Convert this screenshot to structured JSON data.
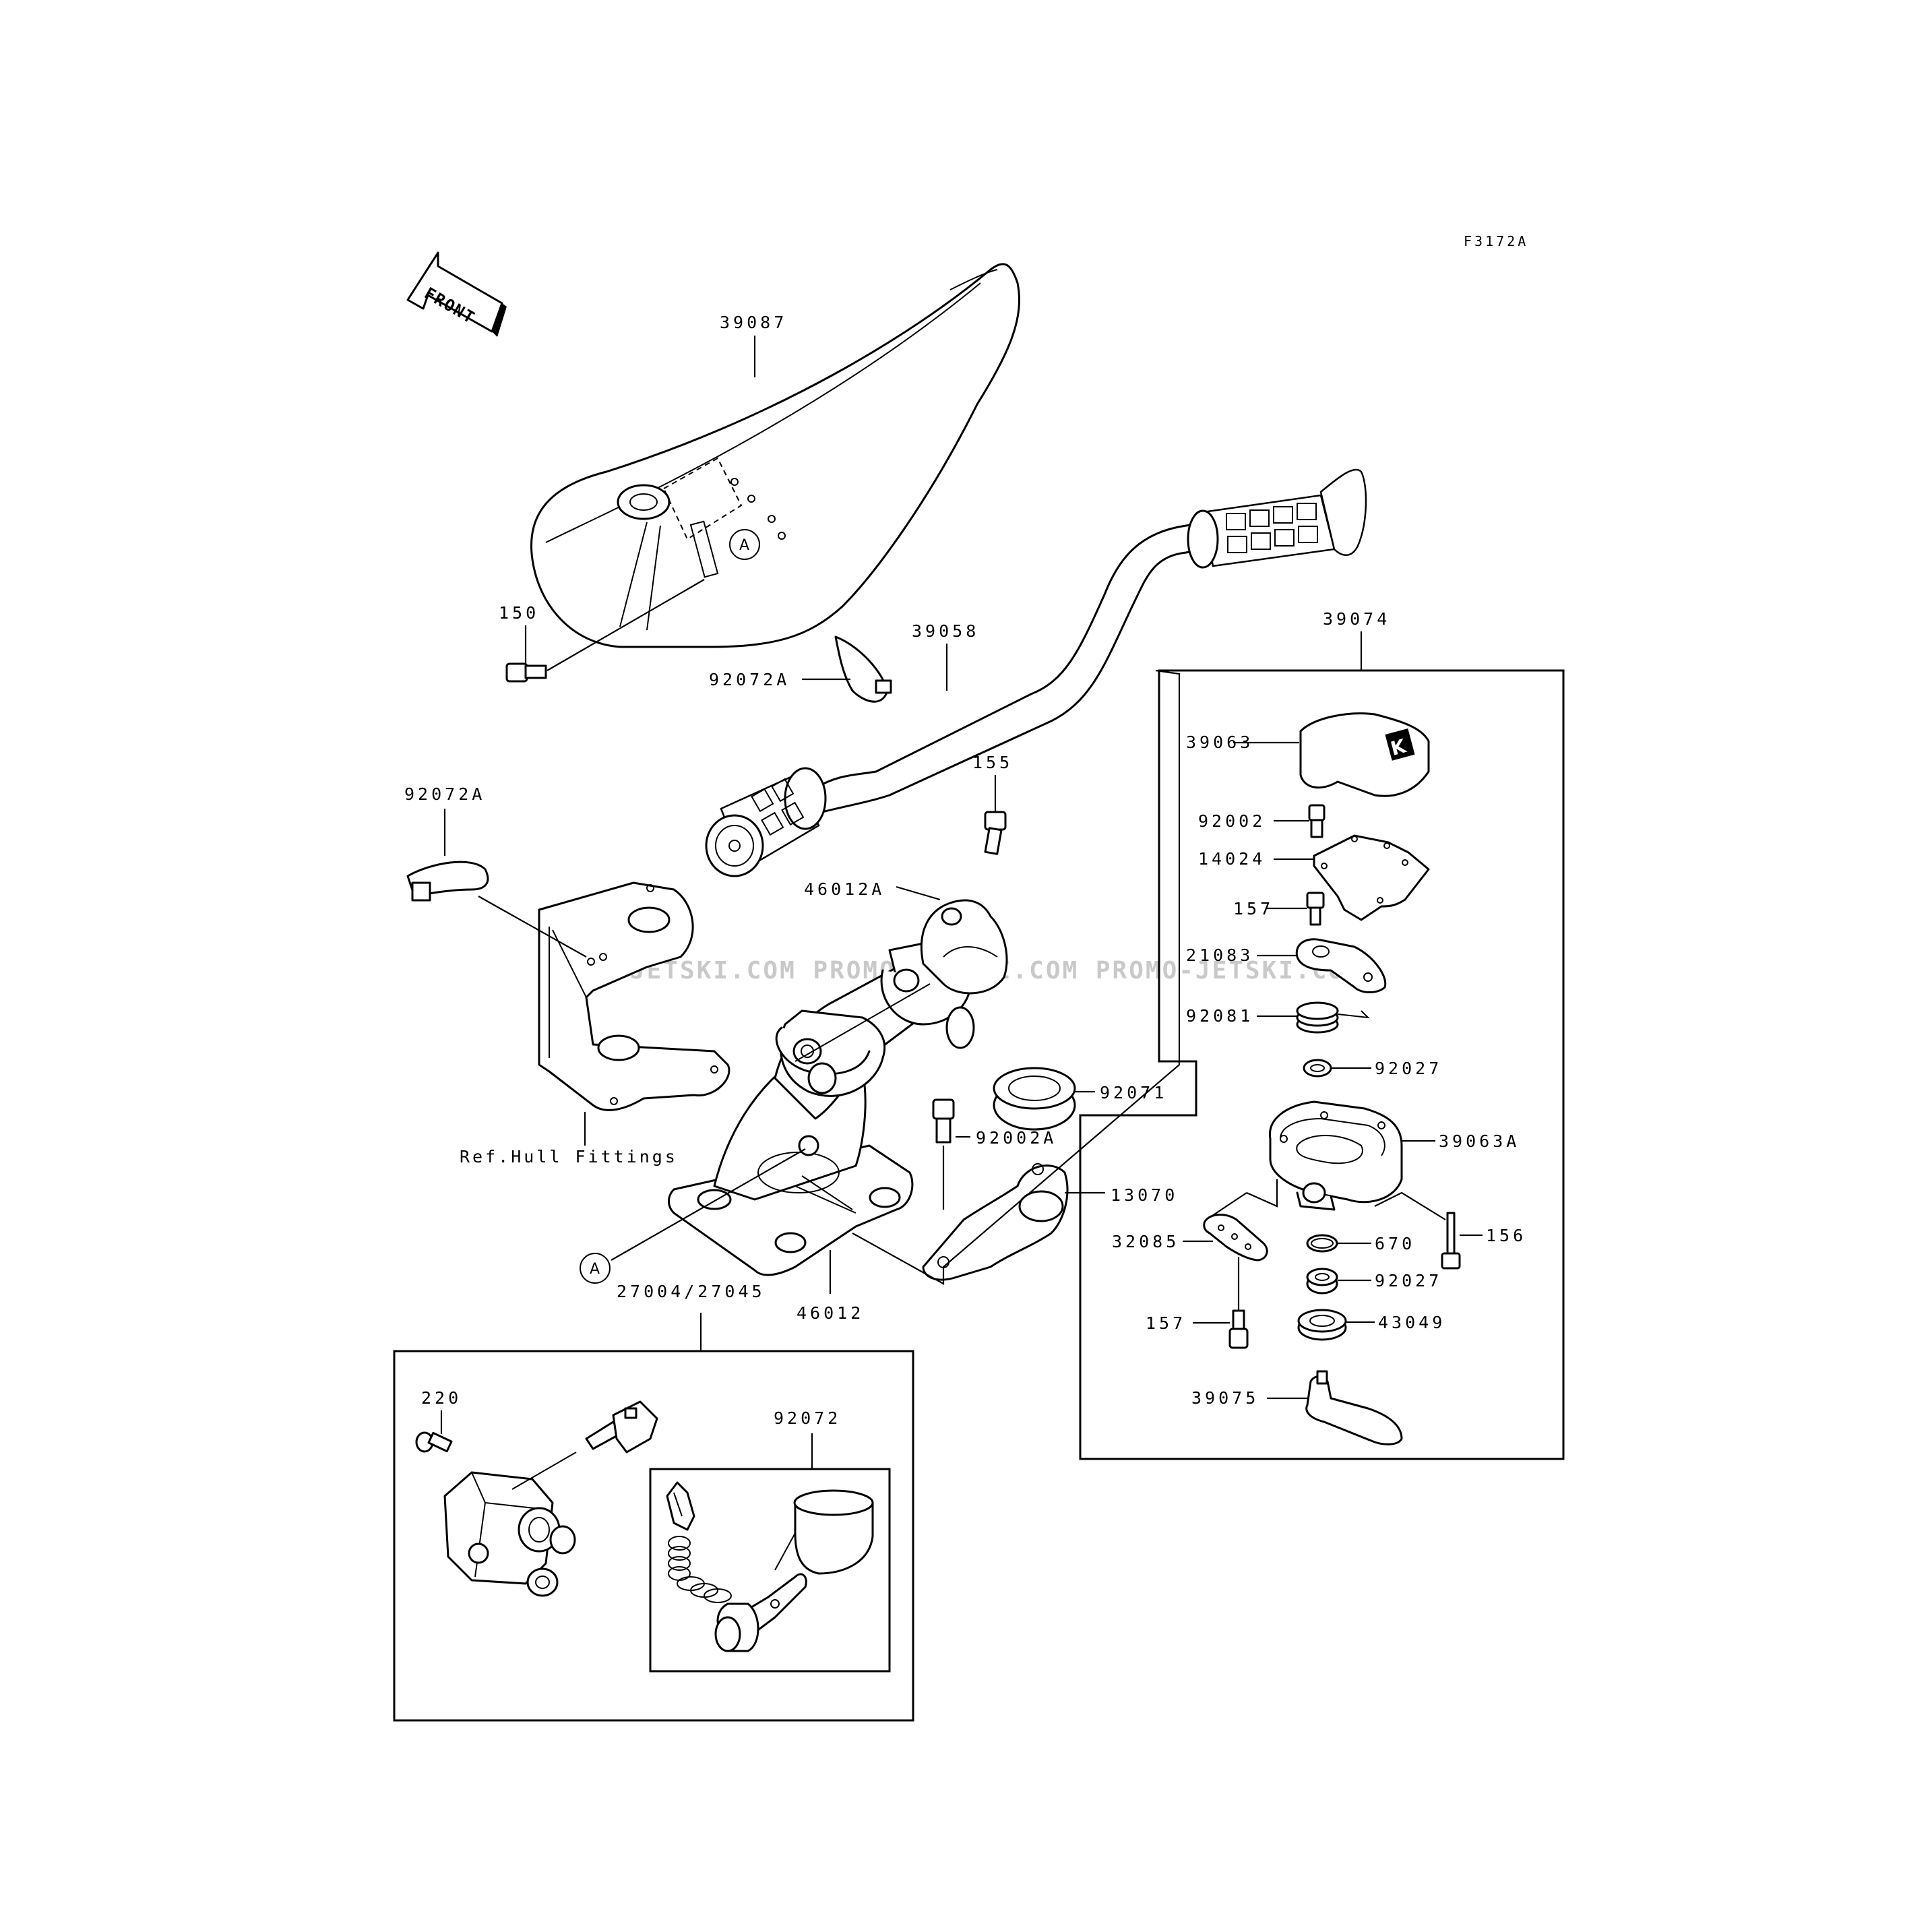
{
  "diagram_code": "F3172A",
  "front_label": "FRONT",
  "watermark": "JETSKI.COM   PROMO-JETSKI.COM   PROMO-JETSKI.COM",
  "ref_label": "Ref.Hull Fittings",
  "callout_letter": "A",
  "parts": {
    "p39087": "39087",
    "p150": "150",
    "p39058": "39058",
    "p92072a_top": "92072A",
    "p92072a_left": "92072A",
    "p155": "155",
    "p46012a": "46012A",
    "p92071": "92071",
    "p92002a": "92002A",
    "p13070": "13070",
    "p27004": "27004/27045",
    "p46012": "46012",
    "p39074": "39074",
    "p39063": "39063",
    "p92002": "92002",
    "p14024": "14024",
    "p157_top": "157",
    "p21083": "21083",
    "p92081": "92081",
    "p92027_top": "92027",
    "p39063a": "39063A",
    "p156": "156",
    "p32085": "32085",
    "p670": "670",
    "p92027_bot": "92027",
    "p157_bot": "157",
    "p43049": "43049",
    "p39075": "39075",
    "p220": "220",
    "p92072": "92072"
  }
}
